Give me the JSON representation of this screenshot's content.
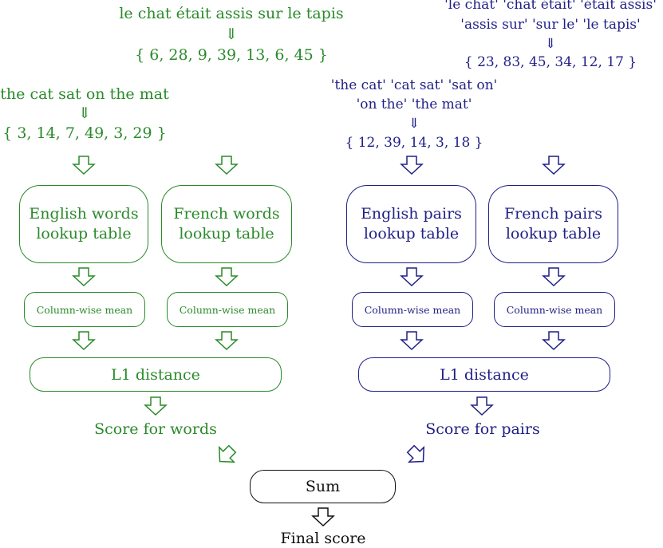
{
  "words_branch": {
    "color": "#2a8a2a",
    "french_sentence": "le chat était assis sur le tapis",
    "french_ids": "{ 6, 28, 9, 39, 13, 6, 45 }",
    "english_sentence": "the cat sat on the mat",
    "english_ids": "{ 3, 14, 7, 49, 3, 29 }",
    "english_table": [
      "English words",
      "lookup table"
    ],
    "french_table": [
      "French words",
      "lookup table"
    ],
    "mean_left": "Column-wise mean",
    "mean_right": "Column-wise mean",
    "distance": "L1 distance",
    "score": "Score for words"
  },
  "pairs_branch": {
    "color": "#1f1f86",
    "french_pairs": [
      "'le chat' 'chat était' 'était assis'",
      "'assis sur' 'sur le' 'le tapis'"
    ],
    "french_ids": "{ 23, 83, 45, 34, 12, 17 }",
    "english_pairs": [
      "'the cat' 'cat sat' 'sat on'",
      "'on the' 'the mat'"
    ],
    "english_ids": "{ 12, 39, 14, 3, 18 }",
    "english_table": [
      "English pairs",
      "lookup table"
    ],
    "french_table": [
      "French pairs",
      "lookup table"
    ],
    "mean_left": "Column-wise mean",
    "mean_right": "Column-wise mean",
    "distance": "L1 distance",
    "score": "Score for pairs"
  },
  "merge": {
    "color": "#111111",
    "sum": "Sum",
    "final": "Final score"
  },
  "symbols": {
    "implies": "⇓"
  }
}
